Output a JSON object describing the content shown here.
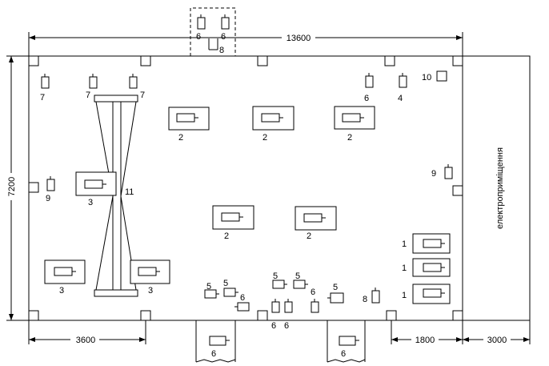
{
  "dimensions": {
    "total_width": "13600",
    "height": "7200",
    "left_span": "3600",
    "right_span": "1800",
    "annex_width": "3000"
  },
  "annex_label": "електроприміщення",
  "labels": {
    "n1": "1",
    "n2": "2",
    "n3": "3",
    "n4": "4",
    "n5": "5",
    "n6": "6",
    "n7": "7",
    "n8": "8",
    "n9": "9",
    "n10": "10",
    "n11": "11"
  }
}
